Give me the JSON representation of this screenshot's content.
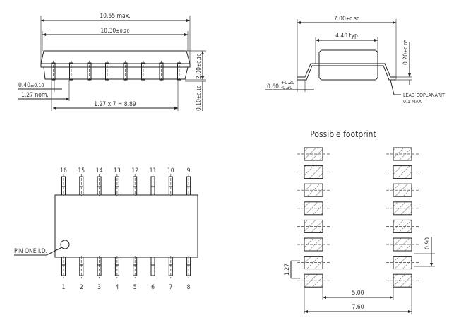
{
  "side_view": {
    "max_length": "10.55 max.",
    "body_length": "10.30",
    "body_length_tol": "±0.20",
    "lead_width": "0.40",
    "lead_width_tol": "±0.10",
    "pitch": "1.27 nom.",
    "span": "1.27 x 7 = 8.89",
    "height": "2.00",
    "height_tol": "±0.10",
    "standoff": "0.10",
    "standoff_tol": "±0.10"
  },
  "end_view": {
    "overall_width": "7.00",
    "overall_width_tol": "±0.30",
    "body_width": "4.40 typ",
    "lead_thickness": "0.20",
    "lead_thickness_tol": "±0.05",
    "foot_length": "0.60",
    "foot_tol_plus": "+0.20",
    "foot_tol_minus": "-0.30",
    "coplanarity_label": "LEAD COPLANARIT",
    "coplanarity_value": "0.1 MAX"
  },
  "top_view": {
    "top_pins": [
      "16",
      "15",
      "14",
      "13",
      "12",
      "11",
      "10",
      "9"
    ],
    "bottom_pins": [
      "1",
      "2",
      "3",
      "4",
      "5",
      "6",
      "7",
      "8"
    ],
    "pin_one_label": "PIN ONE I.D."
  },
  "footprint": {
    "title": "Possible footprint",
    "pad_count_per_side": 8,
    "pitch": "1.27",
    "pad_width": "0.90",
    "inner_span": "5.00",
    "outer_span": "7.60"
  }
}
